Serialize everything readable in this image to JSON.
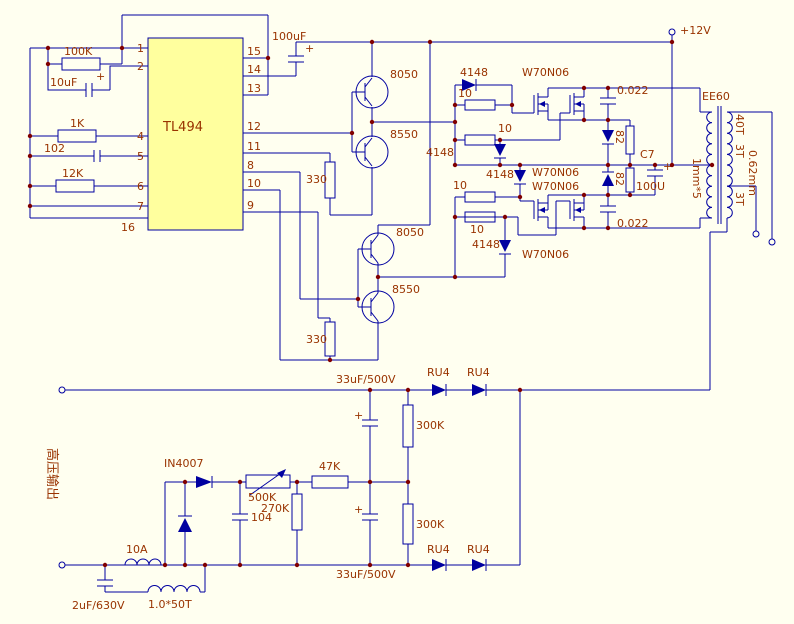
{
  "colors": {
    "background": "#FFFFF0",
    "wire": "#0000A0",
    "label": "#993300",
    "dot": "#800000",
    "ic_fill": "#FFFF9E"
  },
  "plus": "+",
  "power": {
    "v12": "+12V"
  },
  "ic": {
    "name": "TL494",
    "pins_left": [
      "1",
      "2",
      "4",
      "5",
      "6",
      "7"
    ],
    "pin16": "16",
    "pins_right": [
      "15",
      "14",
      "13",
      "12",
      "11",
      "8",
      "10",
      "9"
    ]
  },
  "left_components": {
    "r_100k": "100K",
    "c_10uf": "10uF",
    "r_1k": "1K",
    "c_102": "102",
    "r_12k": "12K"
  },
  "driver": {
    "c_bulk": "100uF",
    "q1": "8050",
    "q2": "8550",
    "r330_1": "330",
    "q3": "8050",
    "q4": "8550",
    "r330_2": "330"
  },
  "gate_network": {
    "d4148": [
      "4148",
      "4148",
      "4148",
      "4148"
    ],
    "r10": [
      "10",
      "10",
      "10",
      "10"
    ]
  },
  "output_stage": {
    "mosfets": [
      "W70N06",
      "W70N06",
      "W70N06",
      "W70N06"
    ],
    "c022": [
      "0.022",
      "0.022"
    ],
    "r82": [
      "82",
      "82"
    ],
    "c7": "C7",
    "c7_value": "100U"
  },
  "transformer": {
    "core": "EE60",
    "w40t": "40T",
    "w3t_a": "3T",
    "w062": "0.62mm",
    "w3t_b": "3T",
    "w1mm": "1mm*5"
  },
  "hv": {
    "cap_top": "33uF/500V",
    "cap_bottom": "33uF/500V",
    "ru4": [
      "RU4",
      "RU4",
      "RU4",
      "RU4"
    ],
    "r300k": [
      "300K",
      "300K"
    ],
    "d_in4007": "IN4007",
    "pot": "500K",
    "r47k": "47K",
    "r270k": "270K",
    "c104": "104",
    "fuse": "10A",
    "c_input": "2uF/630V",
    "winding": "1.0*50T",
    "output": "高压输出"
  }
}
